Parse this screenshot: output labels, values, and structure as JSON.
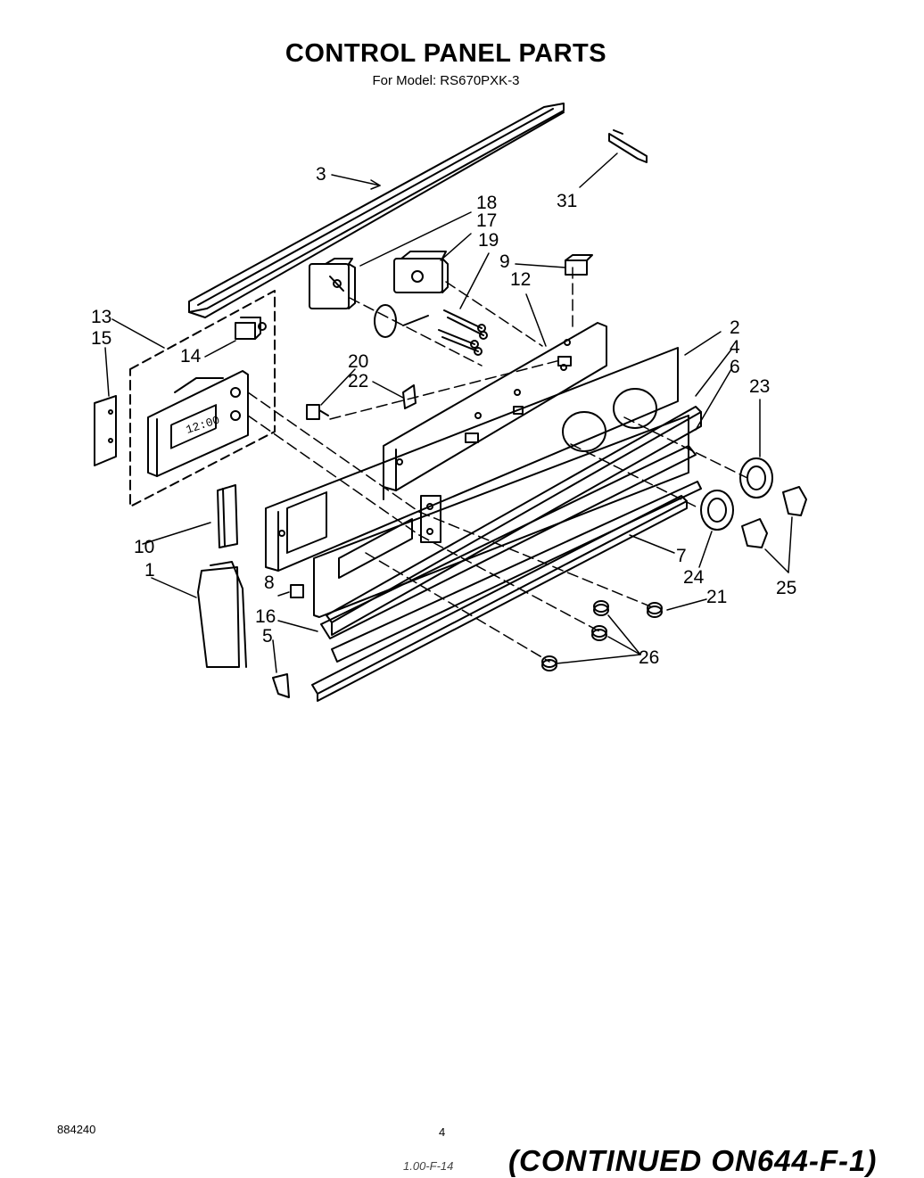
{
  "header": {
    "title": "CONTROL PANEL PARTS",
    "subtitle": "For Model: RS670PXK-3"
  },
  "footer": {
    "doc_number": "884240",
    "page_number": "4",
    "handwritten_note": "1.00-F-14",
    "continued": "(CONTINUED ON644-F-1)"
  },
  "callouts": {
    "c1": "1",
    "c2": "2",
    "c3": "3",
    "c4": "4",
    "c5": "5",
    "c6": "6",
    "c7": "7",
    "c8": "8",
    "c9": "9",
    "c10": "10",
    "c12": "12",
    "c13": "13",
    "c14": "14",
    "c15": "15",
    "c16": "16",
    "c17": "17",
    "c18": "18",
    "c19": "19",
    "c20": "20",
    "c21": "21",
    "c22": "22",
    "c23": "23",
    "c24": "24",
    "c25": "25",
    "c26": "26",
    "c31": "31"
  },
  "clock_display": "12:00"
}
